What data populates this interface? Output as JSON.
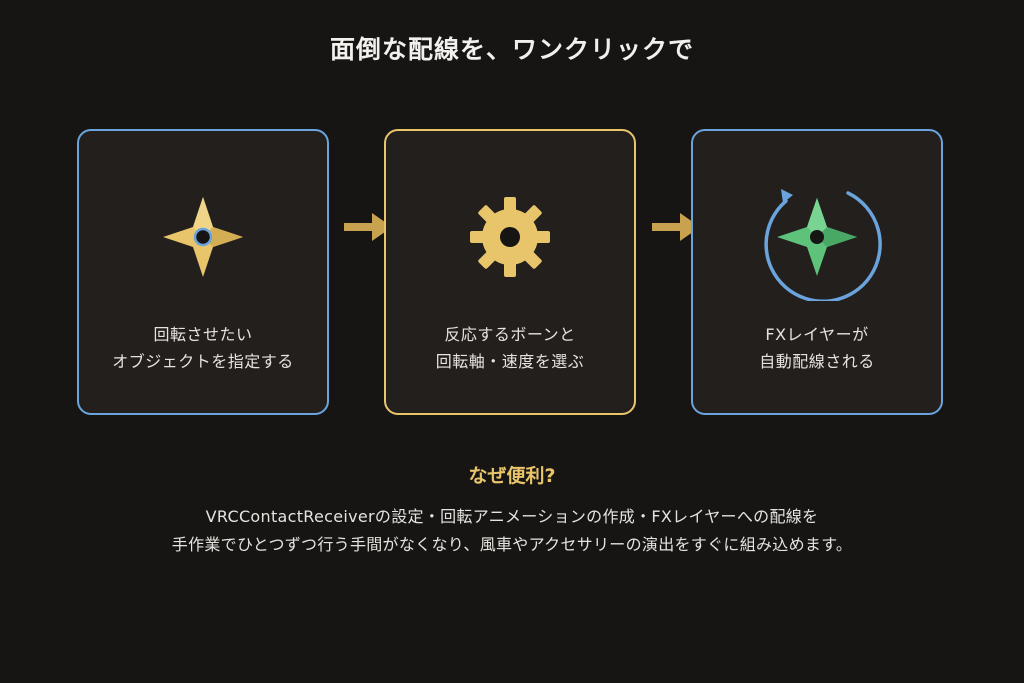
{
  "title": "面倒な配線を、ワンクリックで",
  "colors": {
    "background": "#161514",
    "card_bg": "#221f1d",
    "blue": "#6ba3dc",
    "gold": "#e8c46a",
    "green": "#5ec27a"
  },
  "steps": [
    {
      "icon": "shuriken-object-icon",
      "line1": "回転させたい",
      "line2": "オブジェクトを指定する"
    },
    {
      "icon": "gear-icon",
      "line1": "反応するボーンと",
      "line2": "回転軸・速度を選ぶ"
    },
    {
      "icon": "rotating-shuriken-icon",
      "line1": "FXレイヤーが",
      "line2": "自動配線される"
    }
  ],
  "why": {
    "heading": "なぜ便利?",
    "line1": "VRCContactReceiverの設定・回転アニメーションの作成・FXレイヤーへの配線を",
    "line2": "手作業でひとつずつ行う手間がなくなり、風車やアクセサリーの演出をすぐに組み込めます。"
  }
}
